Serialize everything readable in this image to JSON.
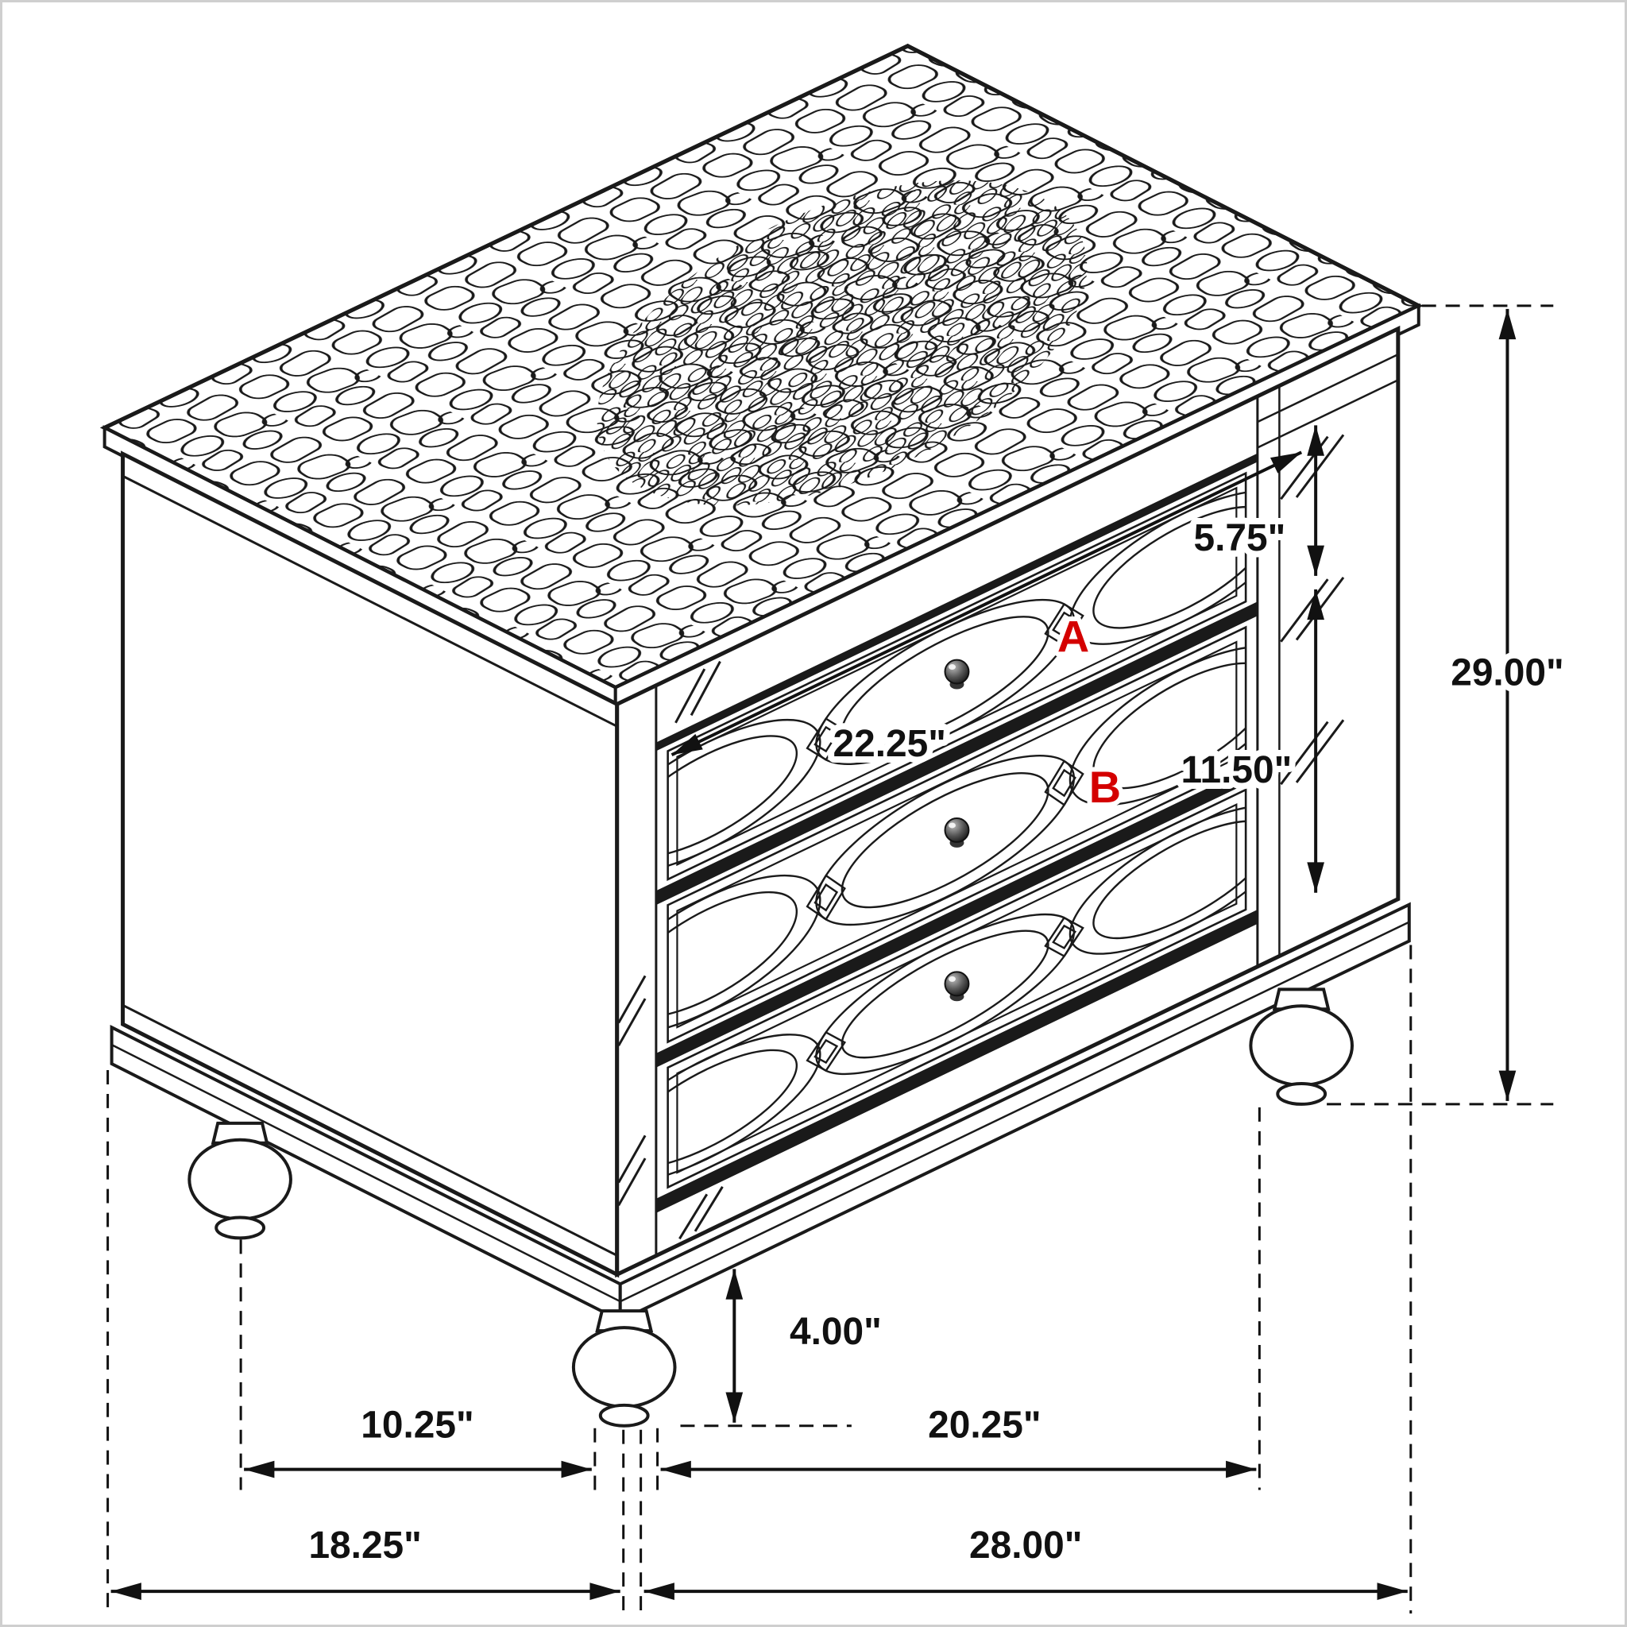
{
  "diagram": {
    "subject": "3-drawer mirrored nightstand isometric dimension drawing",
    "colors": {
      "line": "#1a1a1a",
      "label_text": "#111111",
      "marker_red": "#d40000",
      "background": "#ffffff",
      "canvas_border": "#cfcfcf"
    },
    "labels": {
      "overall_height": "29.00\"",
      "top_drawer_height": "5.75\"",
      "drawer_width": "22.25\"",
      "lower_drawers_height": "11.50\"",
      "foot_height": "4.00\"",
      "side_foot_spacing": "10.25\"",
      "front_foot_spacing": "20.25\"",
      "overall_depth": "18.25\"",
      "overall_width": "28.00\"",
      "marker_a": "A",
      "marker_b": "B"
    }
  }
}
